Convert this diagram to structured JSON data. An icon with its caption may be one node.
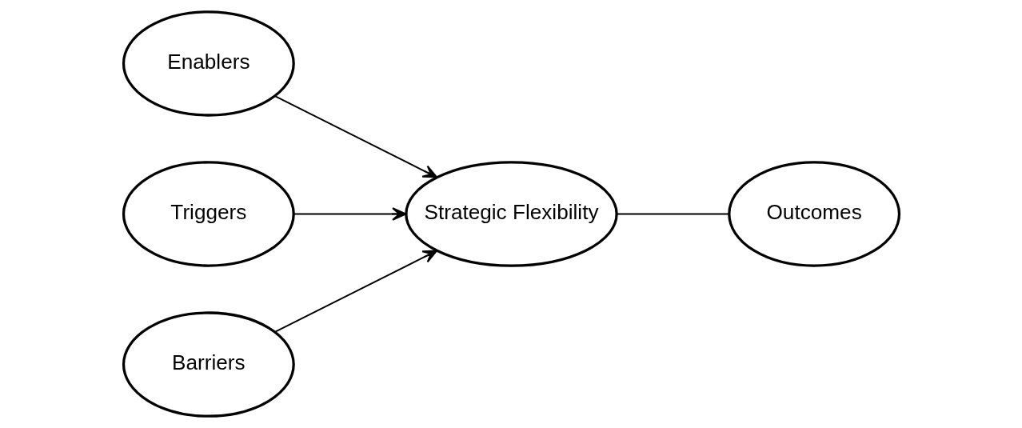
{
  "diagram": {
    "nodes": [
      {
        "text": [
          "Enablers"
        ]
      },
      {
        "text": [
          "Triggers"
        ]
      },
      {
        "text": [
          "Barriers"
        ]
      },
      {
        "text": [
          "Strategic Flexibility"
        ]
      },
      {
        "text": [
          "Outcomes"
        ]
      }
    ],
    "edges": [
      {
        "from": 1,
        "to": 3,
        "arrow": "to"
      },
      {
        "from": 0,
        "to": 3,
        "arrow": "to"
      },
      {
        "from": 2,
        "to": 3,
        "arrow": "to"
      },
      {
        "from": 3,
        "to": 4,
        "arrow": "none"
      }
    ]
  }
}
